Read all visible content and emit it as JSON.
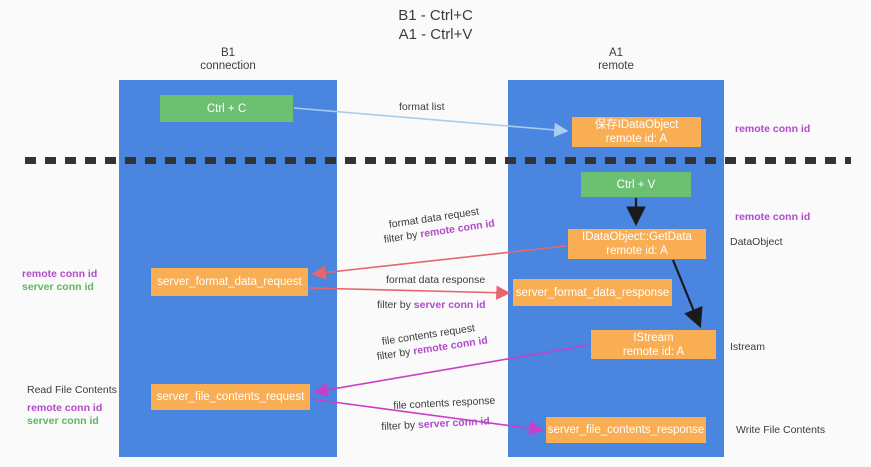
{
  "title": {
    "line1": "B1 - Ctrl+C",
    "line2": "A1 - Ctrl+V"
  },
  "colors": {
    "lane": "#4a86e0",
    "node_green": "#6cc071",
    "node_orange": "#f9ae54",
    "accent_purple": "#b14ac8",
    "accent_green": "#5cb85c",
    "arrow_lightblue": "#a8cdee",
    "arrow_red": "#e8666b",
    "arrow_magenta": "#c83fc8",
    "arrow_black": "#1a1a1a",
    "background": "#fafafa"
  },
  "lanes": [
    {
      "name": "B1",
      "sub": "connection"
    },
    {
      "name": "A1",
      "sub": "remote"
    }
  ],
  "nodes": {
    "ctrl_c": "Ctrl + C",
    "idataobject": {
      "line1": "保存IDataObject",
      "line2": "remote id: A"
    },
    "ctrl_v": "Ctrl + V",
    "getdata": {
      "line1": "IDataObject::GetData",
      "line2": "remote id: A"
    },
    "server_format_data_request": "server_format_data_request",
    "server_format_data_response": "server_format_data_response",
    "istream": {
      "line1": "IStream",
      "line2": "remote id: A"
    },
    "server_file_contents_request": "server_file_contents_request",
    "server_file_contents_response": "server_file_contents_response"
  },
  "edge_labels": {
    "format_list": "format list",
    "format_data_request": "format data request",
    "filter_by_prefix": "filter by ",
    "remote_conn_id": "remote conn id",
    "server_conn_id": "server conn id",
    "format_data_response": "format data response",
    "file_contents_request": "file contents request",
    "file_contents_response": "file contents response"
  },
  "right_labels": {
    "remote_conn_id_top": "remote conn id",
    "remote_conn_id_mid": "remote conn id",
    "dataobject": "DataObject",
    "istream": "Istream",
    "write_file_contents": "Write File Contents"
  },
  "left_labels": {
    "remote_conn_id_top": "remote conn id",
    "server_conn_id_top": "server conn id",
    "read_file_contents": "Read File Contents",
    "remote_conn_id_bottom": "remote conn id",
    "server_conn_id_bottom": "server conn id"
  }
}
